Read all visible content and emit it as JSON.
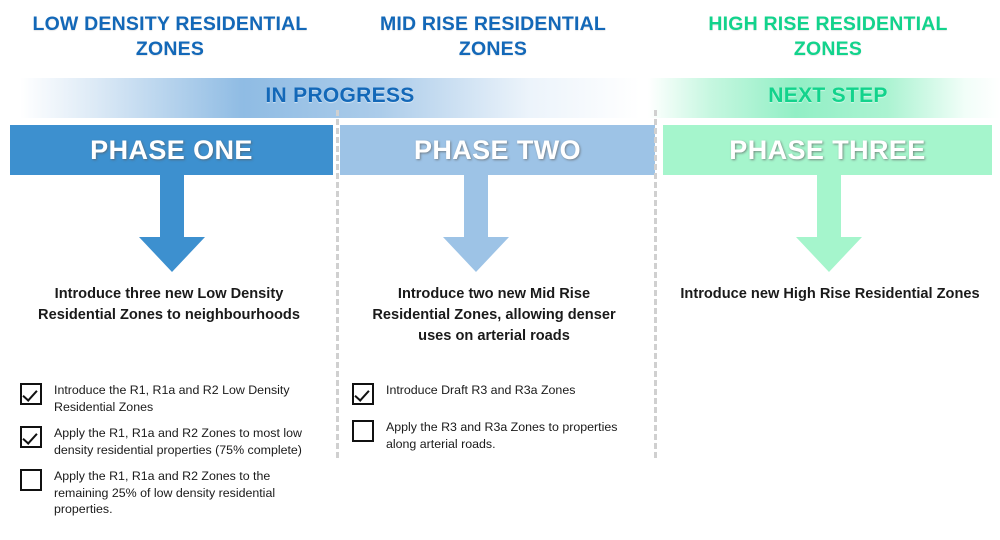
{
  "colors": {
    "heading_blue": "#1368b8",
    "heading_green": "#12d38c",
    "phase_one_bar": "#3d90cf",
    "phase_two_bar": "#9dc3e6",
    "phase_three_bar": "#a5f5cc",
    "divider_gray": "#d0d0d0",
    "body_text": "#1a1a1a"
  },
  "columns": [
    {
      "heading": "LOW DENSITY RESIDENTIAL ZONES",
      "status": "IN PROGRESS",
      "phase_label": "PHASE ONE",
      "arrow_icon": "down-arrow-icon",
      "description": "Introduce three new Low Density Residential Zones to neighbourhoods",
      "checklist": [
        {
          "checked": true,
          "text": "Introduce the R1, R1a and R2 Low Density Residential Zones"
        },
        {
          "checked": true,
          "text": "Apply the R1, R1a and R2 Zones to most low density residential properties (75% complete)"
        },
        {
          "checked": false,
          "text": "Apply the R1, R1a and R2 Zones to the remaining 25% of  low density residential properties."
        }
      ]
    },
    {
      "heading": "MID RISE RESIDENTIAL ZONES",
      "status": "",
      "phase_label": "PHASE TWO",
      "arrow_icon": "down-arrow-icon",
      "description": "Introduce two new Mid Rise Residential Zones, allowing denser uses on arterial roads",
      "checklist": [
        {
          "checked": true,
          "text": "Introduce Draft R3 and R3a Zones"
        },
        {
          "checked": false,
          "text": "Apply the R3 and R3a Zones to properties along arterial roads."
        }
      ]
    },
    {
      "heading": "HIGH RISE RESIDENTIAL ZONES",
      "status": "NEXT STEP",
      "phase_label": "PHASE THREE",
      "arrow_icon": "down-arrow-icon",
      "description": "Introduce new High Rise Residential Zones",
      "checklist": []
    }
  ]
}
